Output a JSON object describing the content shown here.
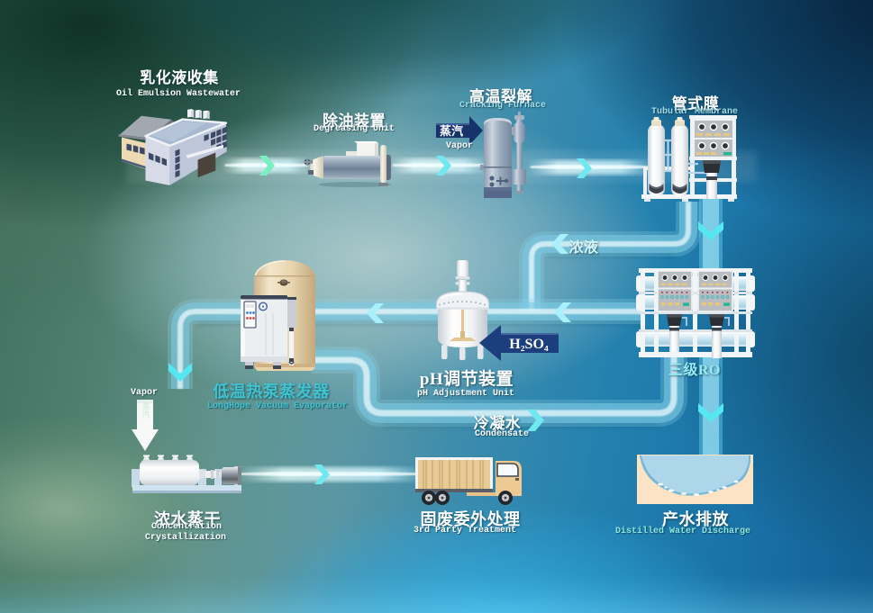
{
  "diagram": {
    "type": "process-flow-diagram",
    "subject": "oil emulsion wastewater treatment process"
  },
  "nodes": [
    {
      "id": "oil-emulsion-collection",
      "label_zh": "乳化液收集",
      "label_en": "Oil Emulsion Wastewater"
    },
    {
      "id": "degreasing-unit",
      "label_zh": "除油装置",
      "label_en": "Degreasing Unit"
    },
    {
      "id": "cracking-furnace",
      "label_zh": "高温裂解",
      "label_en": "Cracking Furnace"
    },
    {
      "id": "tubular-membrane",
      "label_zh": "管式膜",
      "label_en": "Tubular Membrane"
    },
    {
      "id": "three-stage-ro",
      "label_zh": "三级RO",
      "label_en": ""
    },
    {
      "id": "ph-adjustment-unit",
      "label_zh": "pH调节装置",
      "label_en": "pH Adjustment Unit"
    },
    {
      "id": "vacuum-evaporator",
      "label_zh": "低温热泵蒸发器",
      "label_en": "LongHope Vacuum Evaporator"
    },
    {
      "id": "crystallizer",
      "label_zh": "浓水蒸干",
      "label_en_line1": "Concentration",
      "label_en_line2": "Crystallization"
    },
    {
      "id": "third-party-treatment",
      "label_zh": "固废委外处理",
      "label_en": "3rd Party Treatment"
    },
    {
      "id": "water-discharge",
      "label_zh": "产水排放",
      "label_en": "Distilled Water Discharge"
    }
  ],
  "flow_labels": {
    "steam_in": {
      "zh": "蒸汽",
      "en": "Vapor"
    },
    "concentrate": {
      "zh": "浓液"
    },
    "acid": {
      "formula": "H₂SO₄"
    },
    "vapor_out": {
      "zh": "蒸汽",
      "en": "Vapor"
    },
    "condensate": {
      "zh": "冷凝水",
      "en": "Condensate"
    }
  },
  "flows": [
    {
      "from": "oil-emulsion-collection",
      "to": "degreasing-unit"
    },
    {
      "from": "degreasing-unit",
      "to": "cracking-furnace",
      "note": "steam injected (蒸汽 Vapor)"
    },
    {
      "from": "cracking-furnace",
      "to": "tubular-membrane"
    },
    {
      "from": "tubular-membrane",
      "to": "three-stage-ro",
      "note": "permeate"
    },
    {
      "from": "tubular-membrane",
      "to": "ph-adjustment-unit",
      "label": "浓液 concentrate"
    },
    {
      "from": "ph-adjustment-unit",
      "to": "vacuum-evaporator",
      "note": "H₂SO₄ dosed"
    },
    {
      "from": "vacuum-evaporator",
      "to": "crystallizer",
      "label": "蒸汽 Vapor"
    },
    {
      "from": "vacuum-evaporator",
      "to": "three-stage-ro",
      "label": "冷凝水 Condensate"
    },
    {
      "from": "crystallizer",
      "to": "third-party-treatment"
    },
    {
      "from": "three-stage-ro",
      "to": "water-discharge"
    }
  ],
  "colors": {
    "accent_chevron": "#7df2ee",
    "label_white": "#ffffff",
    "label_teal": "#49c8d2",
    "label_light_cyan": "#a3dce8",
    "label_pale_cyan": "#d2f5fa",
    "arrow_navy": "#1c3e7c",
    "pipe_cyan": "#a5e1f0"
  }
}
